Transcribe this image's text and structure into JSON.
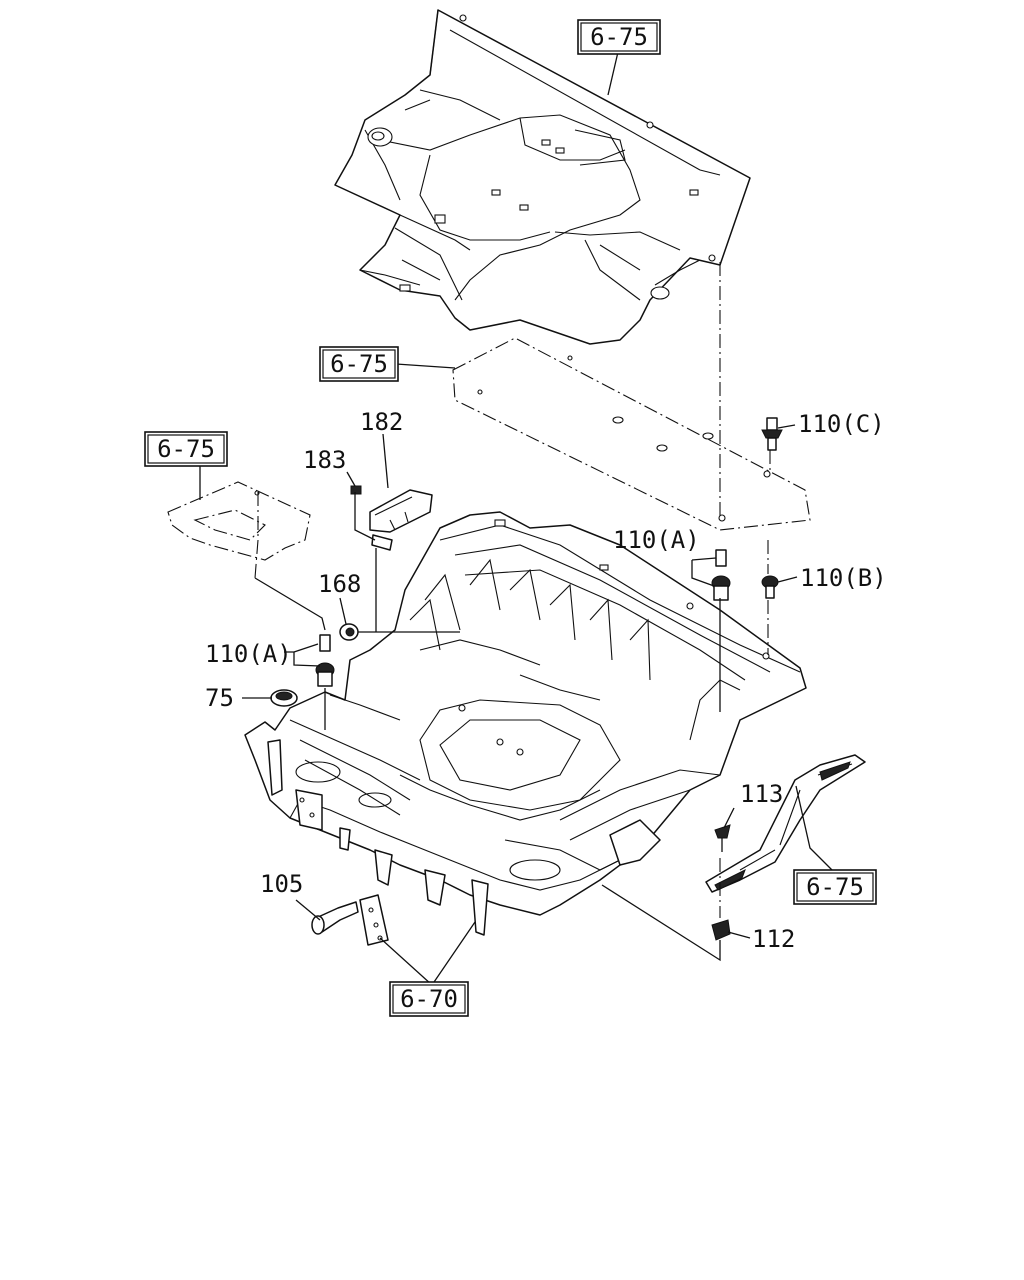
{
  "labels": {
    "ref_6_75_top": "6-75",
    "ref_6_75_mid": "6-75",
    "ref_6_75_left": "6-75",
    "ref_6_75_right": "6-75",
    "ref_6_70": "6-70",
    "p182": "182",
    "p183": "183",
    "p168": "168",
    "p110a_left": "110(A)",
    "p110a_right": "110(A)",
    "p110b": "110(B)",
    "p110c": "110(C)",
    "p75": "75",
    "p113": "113",
    "p112": "112",
    "p105": "105"
  }
}
